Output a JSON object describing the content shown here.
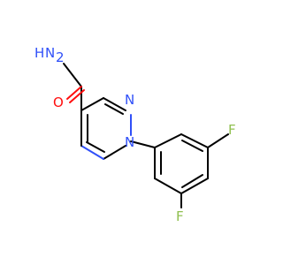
{
  "molecule": {
    "atoms": {
      "amide_h": "H",
      "amide_n": "N",
      "amide_nh2_sub": "2",
      "carbonyl_o": "O",
      "ring_n1": "N",
      "ring_n3": "N",
      "f1": "F",
      "f2": "F"
    }
  },
  "colors": {
    "carbon": "#000000",
    "nitrogen": "#3050F8",
    "oxygen": "#FF0D0D",
    "fluorine": "#90C050",
    "background": "#FFFFFF"
  }
}
